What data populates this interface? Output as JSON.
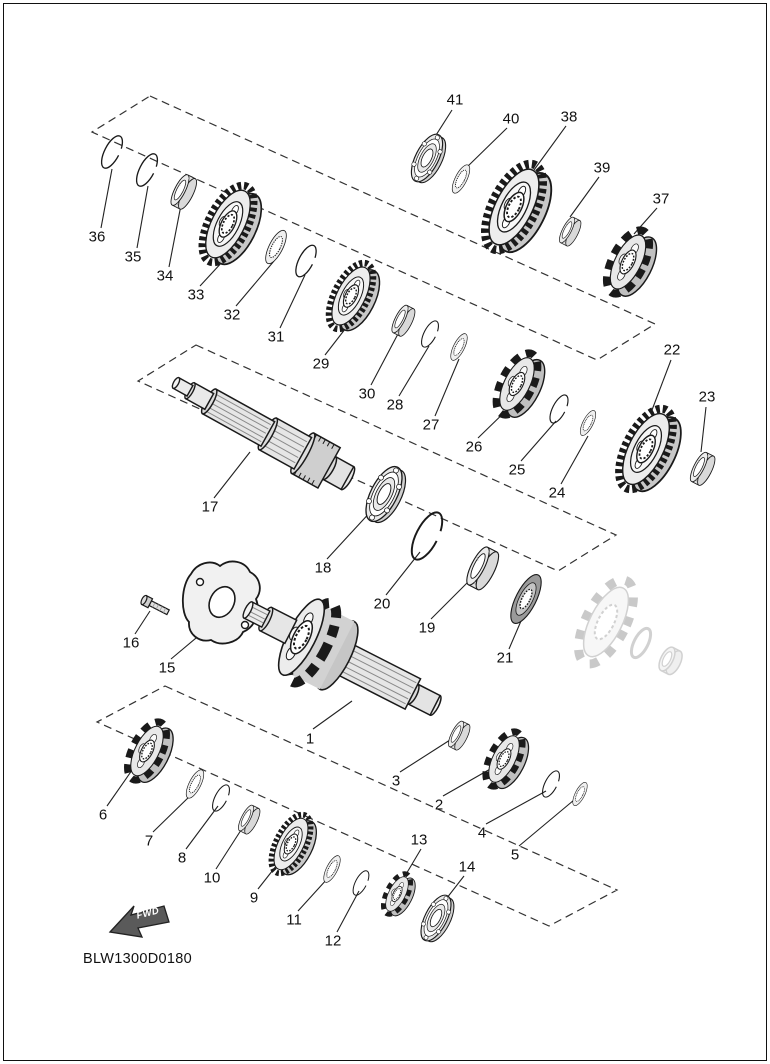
{
  "page": {
    "drawing_code": "BLW1300D0180",
    "fwd_label": "FWD"
  },
  "colors": {
    "ink": "#1a1a1a",
    "paper": "#ffffff",
    "ghost_gray": "#9a9a9a"
  },
  "callouts": [
    "1",
    "2",
    "3",
    "4",
    "5",
    "6",
    "7",
    "8",
    "9",
    "10",
    "11",
    "12",
    "13",
    "14",
    "15",
    "16",
    "17",
    "18",
    "19",
    "20",
    "21",
    "22",
    "23",
    "24",
    "25",
    "26",
    "27",
    "28",
    "29",
    "30",
    "31",
    "32",
    "33",
    "34",
    "35",
    "36",
    "37",
    "38",
    "39",
    "40",
    "41"
  ]
}
